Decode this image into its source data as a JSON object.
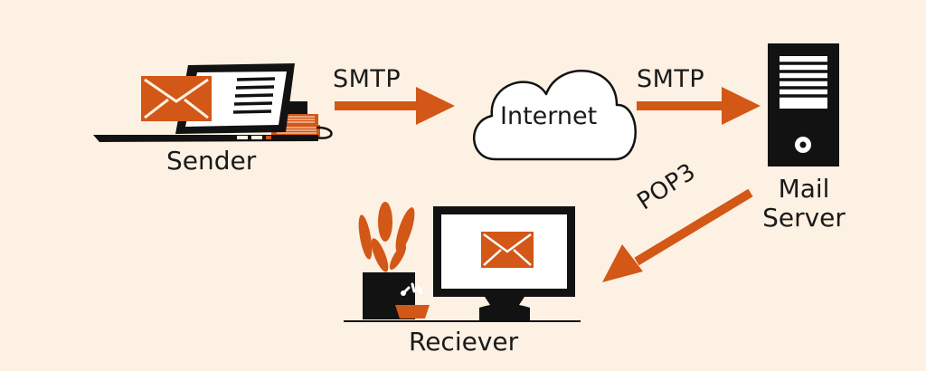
{
  "colors": {
    "background": "#fdf1e3",
    "accent": "#d35717",
    "ink": "#121212",
    "paper": "#ffffff"
  },
  "nodes": {
    "sender": {
      "label": "Sender",
      "icon": "laptop-with-envelope-icon"
    },
    "internet": {
      "label": "Internet",
      "icon": "cloud-icon"
    },
    "mail_server": {
      "label_line1": "Mail",
      "label_line2": "Server",
      "icon": "server-tower-icon"
    },
    "receiver": {
      "label": "Reciever",
      "icon": "desktop-monitor-with-envelope-icon"
    }
  },
  "edges": [
    {
      "from": "sender",
      "to": "internet",
      "label": "SMTP"
    },
    {
      "from": "internet",
      "to": "mail_server",
      "label": "SMTP"
    },
    {
      "from": "mail_server",
      "to": "receiver",
      "label": "POP3"
    }
  ]
}
